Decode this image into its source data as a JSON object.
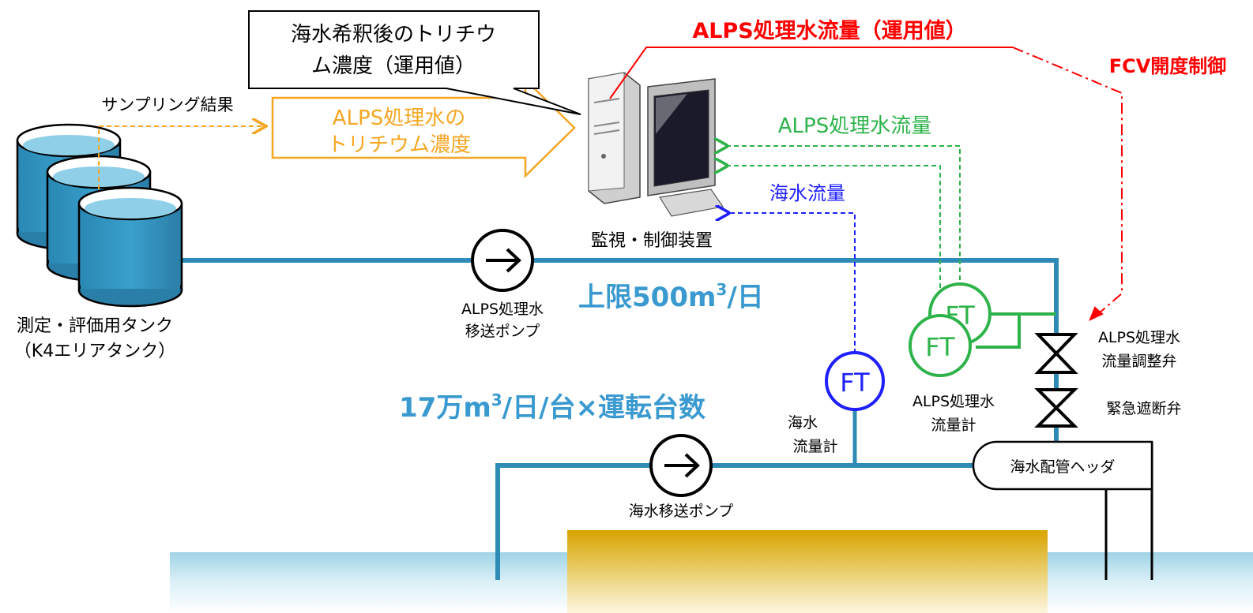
{
  "callout": {
    "line1": "海水希釈後のトリチウ",
    "line2": "ム濃度（運用値）"
  },
  "alps_flow_setpoint": "ALPS処理水流量（運用値）",
  "fcv_control": "FCV開度制御",
  "sampling_result": "サンプリング結果",
  "tritium_box": {
    "line1": "ALPS処理水の",
    "line2": "トリチウム濃度"
  },
  "alps_flow_signal": "ALPS処理水流量",
  "seawater_flow_signal": "海水流量",
  "monitor_label": "監視・制御装置",
  "tank_label": {
    "line1": "測定・評価用タンク",
    "line2": "（K4エリアタンク）"
  },
  "alps_pump_label": {
    "line1": "ALPS処理水",
    "line2": "移送ポンプ"
  },
  "upper_limit": {
    "prefix": "上限500m",
    "sup": "3",
    "suffix": "/日"
  },
  "seawater_capacity": {
    "prefix": "17万m",
    "sup": "3",
    "suffix": "/日/台×運転台数"
  },
  "ft_label": "FT",
  "seawater_meter_label": {
    "line1": "海水",
    "line2": "流量計"
  },
  "alps_meter_label": {
    "line1": "ALPS処理水",
    "line2": "流量計"
  },
  "alps_valve_label": {
    "line1": "ALPS処理水",
    "line2": "流量調整弁"
  },
  "emergency_valve_label": "緊急遮断弁",
  "header_label": "海水配管ヘッダ",
  "seawater_pump_label": "海水移送ポンプ",
  "colors": {
    "pipe": "#2e8bb5",
    "alps_setpoint": "#ff0000",
    "tritium": "#f5a623",
    "alps_signal": "#2db34a",
    "seawater_signal": "#1f1fff",
    "capacity_text": "#3a9ad0",
    "sediment": "#d9a400"
  }
}
